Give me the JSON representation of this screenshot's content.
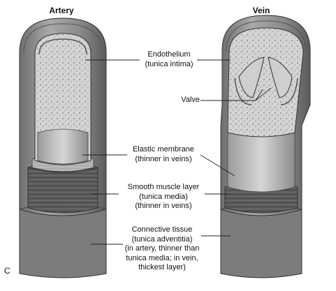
{
  "artery": {
    "title": "Artery"
  },
  "vein": {
    "title": "Vein"
  },
  "panel_letter": "C",
  "labels": {
    "endothelium": [
      "Endothelium",
      "(tunica intima)"
    ],
    "valve": [
      "Valve"
    ],
    "elastic": [
      "Elastic membrane",
      "(thinner in veins)"
    ],
    "muscle": [
      "Smooth muscle layer",
      "(tunica media)",
      "(thinner in veins)"
    ],
    "connective": [
      "Connective tissue",
      "(tunica adventitia)",
      "(in artery, thinner than",
      "tunica media; in vein,",
      "thickest layer)"
    ]
  },
  "colors": {
    "outer": "#8a8a8a",
    "muscle": "#5a5a5a",
    "lumen": "#cfcfcf",
    "membrane": "#bdbdbd",
    "line": "#222222"
  }
}
